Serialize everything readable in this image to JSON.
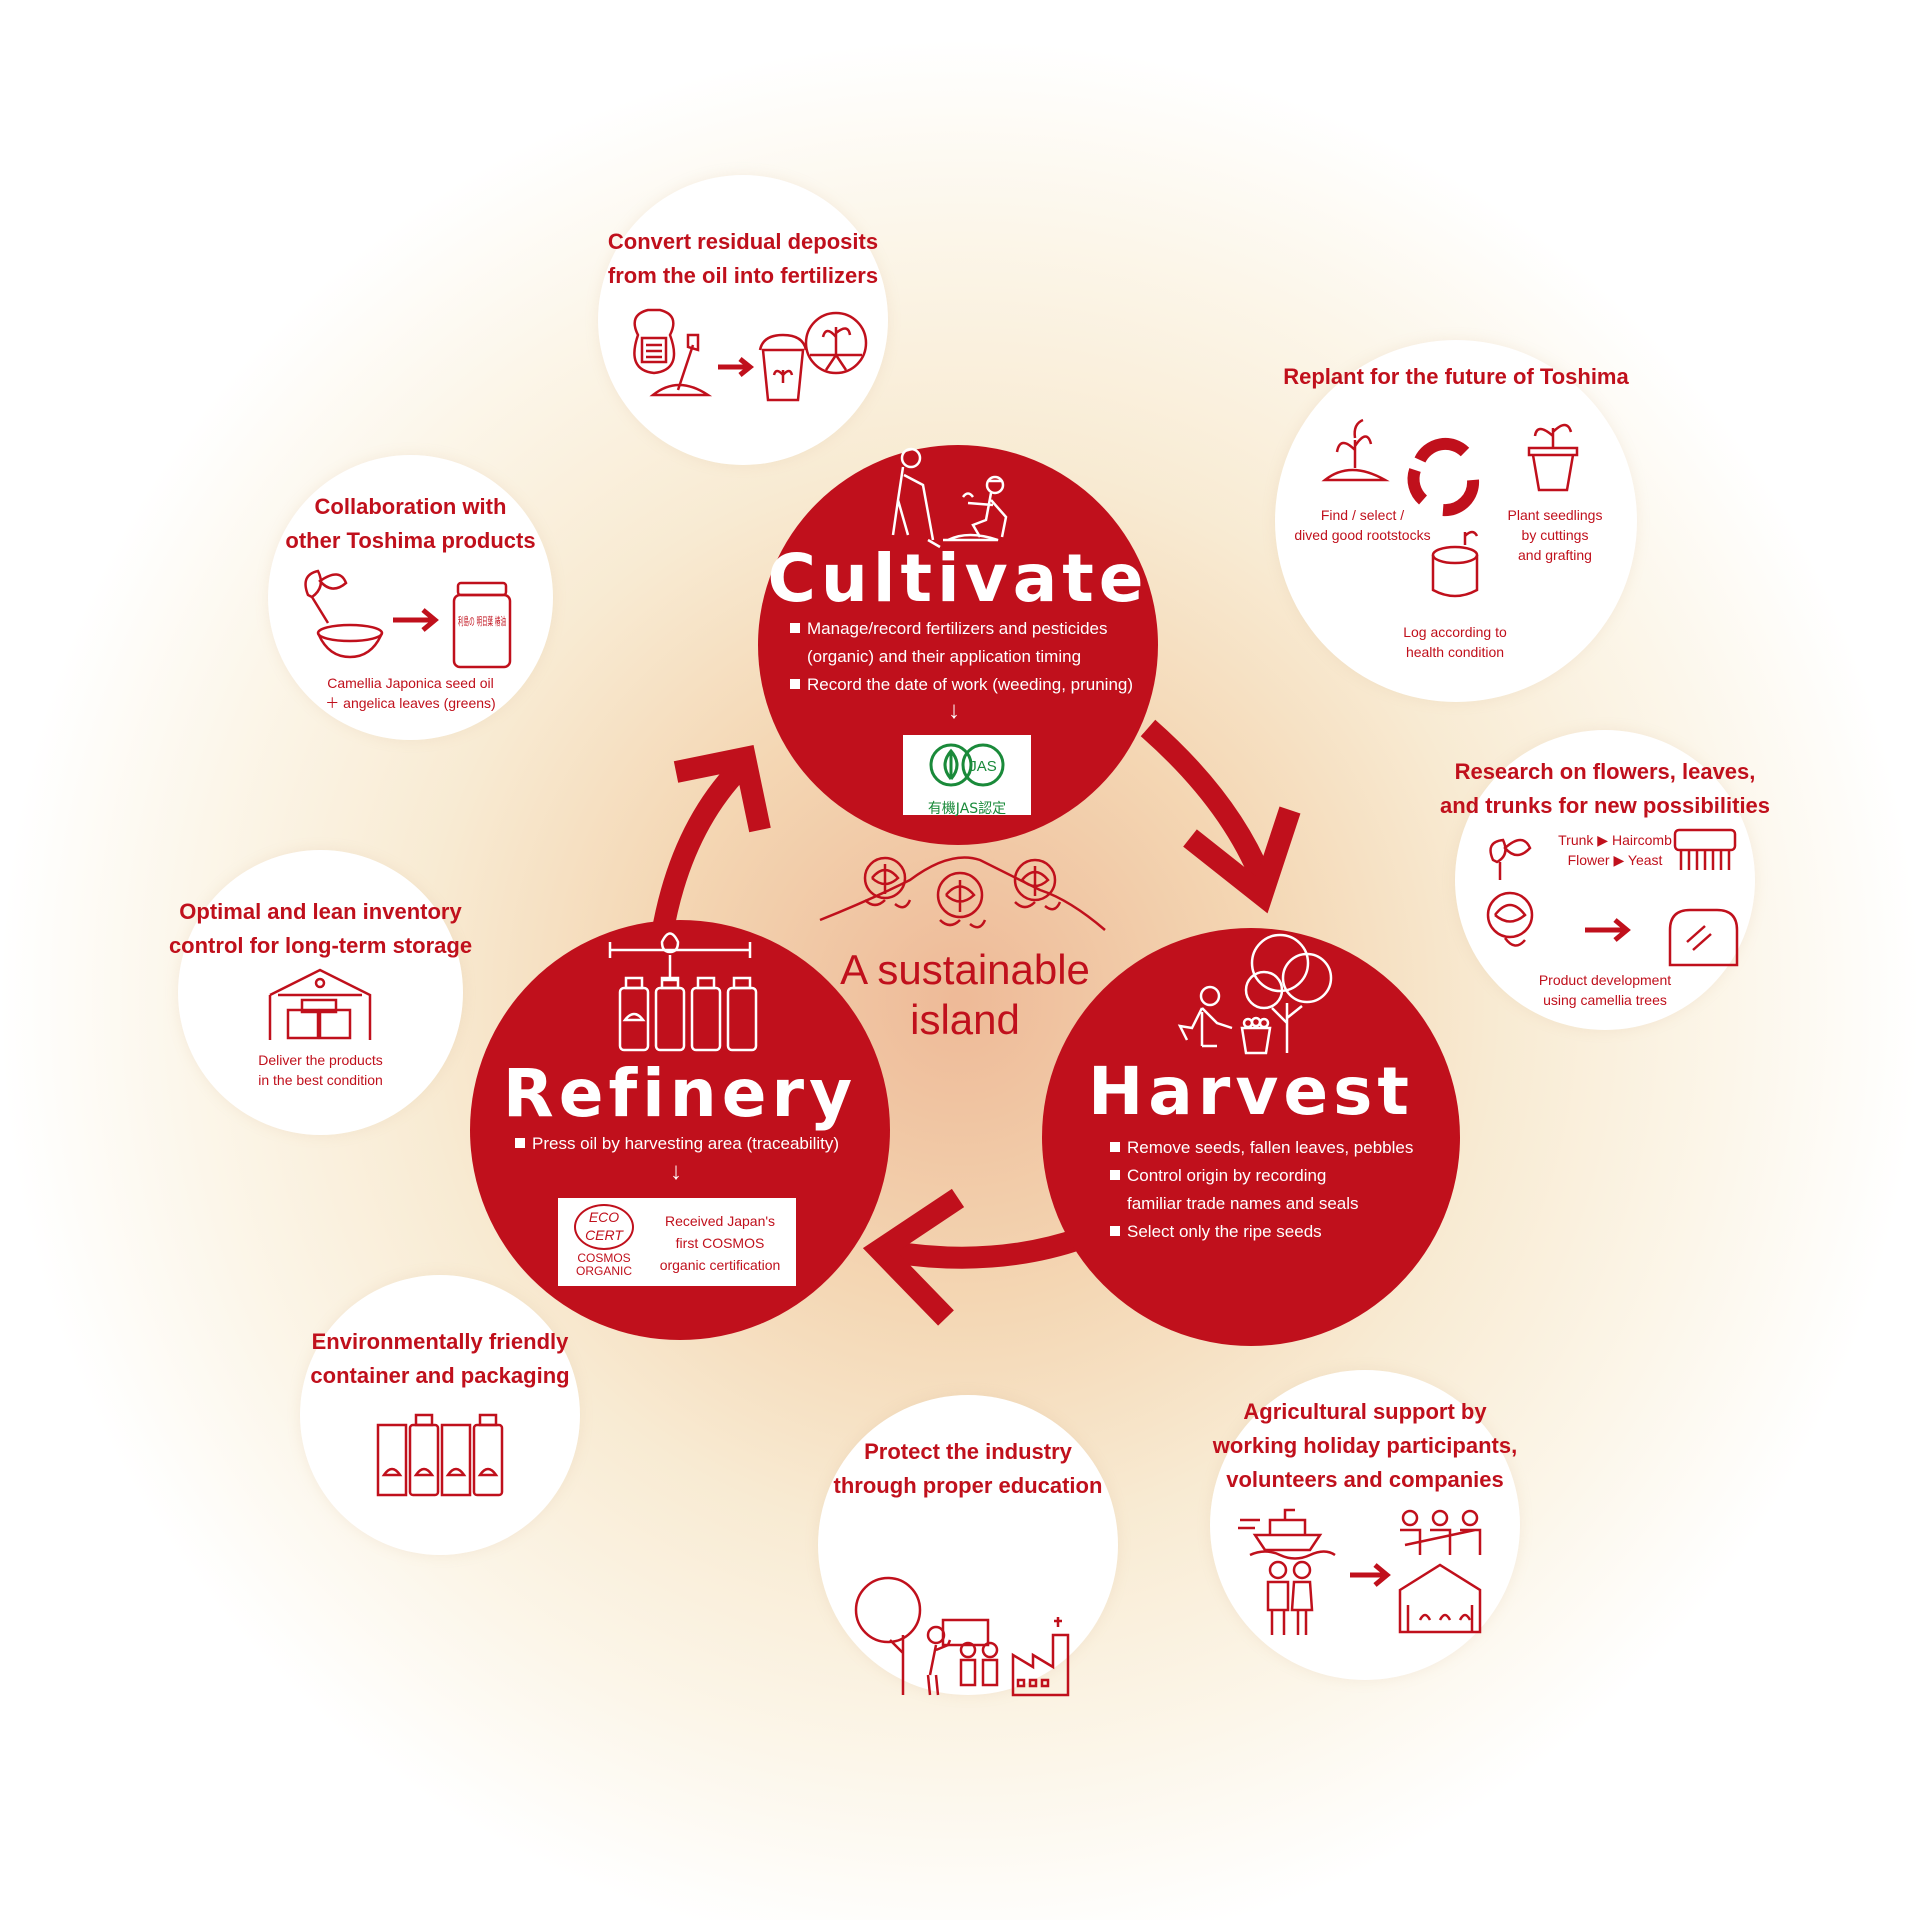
{
  "center": {
    "label_line1": "A sustainable",
    "label_line2": "island"
  },
  "stages": {
    "cultivate": {
      "title": "Cultivate",
      "item1_line1": "Manage/record fertilizers and pesticides",
      "item1_line2": "(organic) and their application timing",
      "item2": "Record the date of work (weeding, pruning)",
      "badge_text": "JAS",
      "badge_caption": "有機JAS認定"
    },
    "harvest": {
      "title": "Harvest",
      "item1": "Remove seeds, fallen leaves, pebbles",
      "item2_line1": "Control origin by recording",
      "item2_line2": "familiar trade names and seals",
      "item3": "Select only the ripe seeds"
    },
    "refinery": {
      "title": "Refinery",
      "item1": "Press oil by harvesting area (traceability)",
      "badge_logo_line1": "ECO",
      "badge_logo_line2": "CERT",
      "badge_logo_line3": "COSMOS",
      "badge_logo_line4": "ORGANIC",
      "badge_line1": "Received Japan's",
      "badge_line2": "first COSMOS",
      "badge_line3": "organic certification"
    }
  },
  "bubbles": {
    "fertilizer": {
      "title_line1": "Convert residual deposits",
      "title_line2": "from the oil into fertilizers"
    },
    "replant": {
      "title": "Replant for the future of Toshima",
      "note_left_line1": "Find / select /",
      "note_left_line2": "dived good rootstocks",
      "note_right_line1": "Plant seedlings",
      "note_right_line2": "by cuttings",
      "note_right_line3": "and grafting",
      "note_bottom_line1": "Log according to",
      "note_bottom_line2": "health condition"
    },
    "research": {
      "title_line1": "Research on flowers, leaves,",
      "title_line2": "and trunks for new possibilities",
      "pair1_from": "Trunk",
      "pair1_to": "Haircomb",
      "pair2_from": "Flower",
      "pair2_to": "Yeast",
      "note_line1": "Product development",
      "note_line2": "using camellia trees"
    },
    "agri": {
      "title_line1": "Agricultural support by",
      "title_line2": "working holiday participants,",
      "title_line3": "volunteers and companies"
    },
    "education": {
      "title_line1": "Protect the industry",
      "title_line2": "through proper education"
    },
    "packaging": {
      "title_line1": "Environmentally friendly",
      "title_line2": "container and packaging"
    },
    "inventory": {
      "title_line1": "Optimal and lean inventory",
      "title_line2": "control for long-term storage",
      "note_line1": "Deliver the products",
      "note_line2": "in the best condition"
    },
    "collab": {
      "title_line1": "Collaboration with",
      "title_line2": "other Toshima products",
      "jar_chars": "利島の 明日葉 椿油",
      "note_line1": "Camellia Japonica seed oil",
      "note_line2": "＋ angelica leaves (greens)"
    }
  },
  "colors": {
    "brand_red": "#c0101c",
    "jas_green": "#1a8a3a",
    "glow": "#ecb28c"
  },
  "icons": [
    "seed-bag-icon",
    "shovel-icon",
    "compost-icon",
    "sprout-icon",
    "recycle-icon",
    "flower-pot-icon",
    "stump-icon",
    "camellia-flower-icon",
    "haircomb-icon",
    "bread-icon",
    "ferry-icon",
    "people-icon",
    "greenhouse-icon",
    "tree-icon",
    "teacher-icon",
    "factory-icon",
    "bottle-icon",
    "warehouse-icon",
    "leaves-icon",
    "bowl-icon",
    "jar-icon",
    "farmer-icon",
    "oil-drop-icon"
  ]
}
